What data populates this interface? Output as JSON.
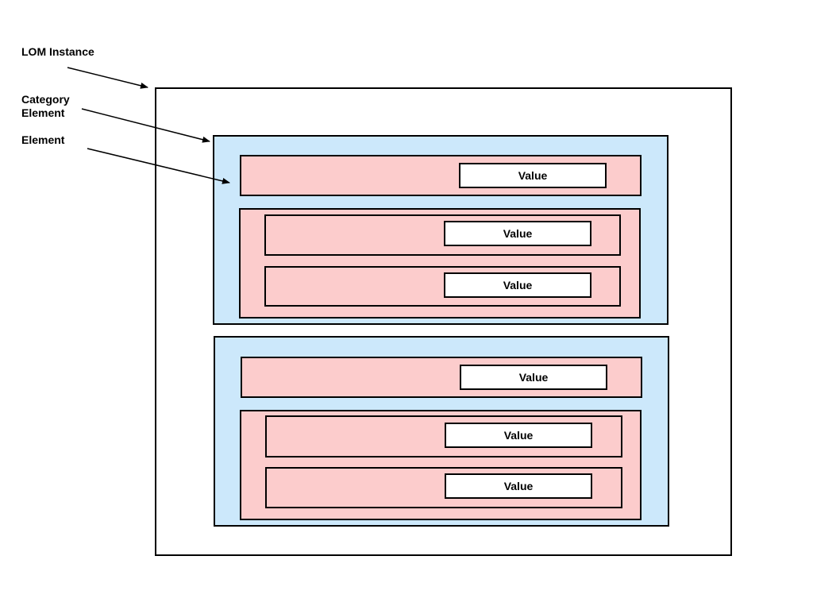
{
  "labels": {
    "lom_instance": "LOM Instance",
    "category_line1": "Category",
    "category_line2": "Element",
    "element": "Element"
  },
  "value_label": "Value",
  "colors": {
    "category_fill": "#cce8fb",
    "element_fill": "#fccccc",
    "value_fill": "#ffffff",
    "outline": "#000000"
  }
}
